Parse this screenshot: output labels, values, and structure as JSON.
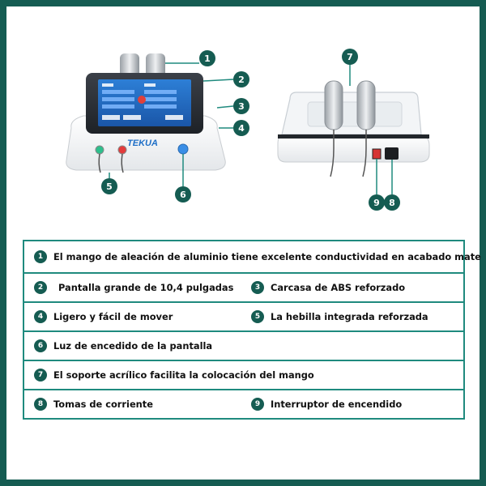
{
  "brand_logo": "TEKUA",
  "callouts": [
    "1",
    "2",
    "3",
    "4",
    "5",
    "6",
    "7",
    "8",
    "9"
  ],
  "legend": {
    "rows": [
      [
        {
          "num": "1",
          "text": "El mango de aleación de aluminio tiene excelente conductividad en acabado mate"
        }
      ],
      [
        {
          "num": "2",
          "text": "Pantalla grande de 10,4 pulgadas"
        },
        {
          "num": "3",
          "text": "Carcasa de ABS reforzado"
        }
      ],
      [
        {
          "num": "4",
          "text": "Ligero y fácil de mover"
        },
        {
          "num": "5",
          "text": "La hebilla integrada reforzada"
        }
      ],
      [
        {
          "num": "6",
          "text": "Luz de encedido de la pantalla"
        }
      ],
      [
        {
          "num": "7",
          "text": "El soporte acrílico facilita la colocación del mango"
        }
      ],
      [
        {
          "num": "8",
          "text": "Tomas de corriente"
        },
        {
          "num": "9",
          "text": "Interruptor de encendido"
        }
      ]
    ]
  },
  "colors": {
    "frame": "#155c52",
    "accent": "#1f8a7e",
    "badge": "#155c52"
  }
}
